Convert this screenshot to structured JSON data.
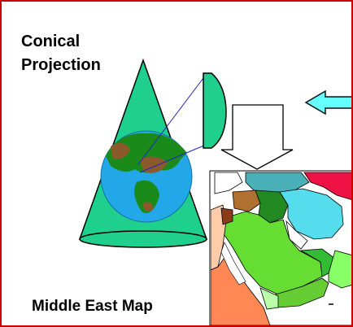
{
  "title": {
    "line1": "Conical",
    "line2": "Projection"
  },
  "map_caption": "Middle East Map",
  "colors": {
    "frame": "#cc0000",
    "cone": "#1ecf8e",
    "ocean": "#22a8e8",
    "land_green": "#1a8a1a",
    "land_brown": "#8b5a2b",
    "projection_line": "#2222cc",
    "arrow_fill": "#66ffff",
    "map_sea": "#ffffff",
    "map_saudi": "#66dd33",
    "map_iraq": "#228822",
    "map_syria": "#b07030",
    "map_iran": "#55ddee",
    "map_turkey": "#4ab0b8",
    "map_red": "#ee1144",
    "map_africa": "#ff8855"
  }
}
